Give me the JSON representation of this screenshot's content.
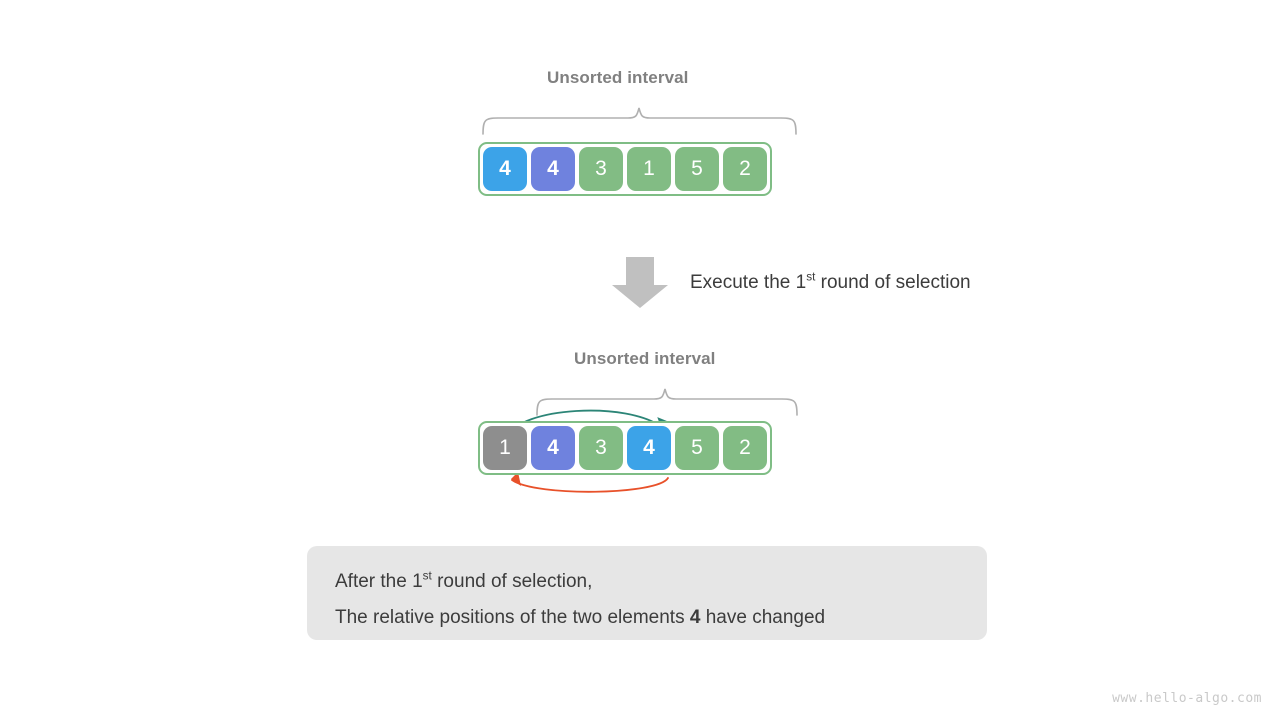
{
  "colors": {
    "green": "#82bc84",
    "blue": "#3ca3e8",
    "purple": "#6f82de",
    "gray": "#8e8e8e",
    "border_green": "#7fbd85",
    "brace_gray": "#b0b0b0",
    "arrow_teal": "#2c8577",
    "arrow_orange": "#e8512a",
    "down_arrow_gray": "#c0c0c0",
    "label_gray": "#808080",
    "note_bg": "#e6e6e6",
    "text_dark": "#3c3c3c",
    "watermark": "#c9c9c9"
  },
  "step1": {
    "interval_label": "Unsorted interval",
    "cells": [
      {
        "value": "4",
        "color": "blue"
      },
      {
        "value": "4",
        "color": "purple"
      },
      {
        "value": "3",
        "color": "green"
      },
      {
        "value": "1",
        "color": "green"
      },
      {
        "value": "5",
        "color": "green"
      },
      {
        "value": "2",
        "color": "green"
      }
    ]
  },
  "transition": {
    "text_before": "Execute the 1",
    "text_sup": "st",
    "text_after": " round of selection",
    "arrow_icon": "down-arrow-icon"
  },
  "step2": {
    "interval_label": "Unsorted interval",
    "cells": [
      {
        "value": "1",
        "color": "gray"
      },
      {
        "value": "4",
        "color": "purple"
      },
      {
        "value": "3",
        "color": "green"
      },
      {
        "value": "4",
        "color": "blue"
      },
      {
        "value": "5",
        "color": "green"
      },
      {
        "value": "2",
        "color": "green"
      }
    ],
    "swap": {
      "forward_arrow": "swap-forward-arrow-icon",
      "back_arrow": "swap-back-arrow-icon"
    }
  },
  "note": {
    "line1_before": "After the 1",
    "line1_sup": "st",
    "line1_after": " round of selection,",
    "line2_before": "The relative positions of the two elements ",
    "line2_bold": "4",
    "line2_after": " have changed"
  },
  "watermark": "www.hello-algo.com"
}
